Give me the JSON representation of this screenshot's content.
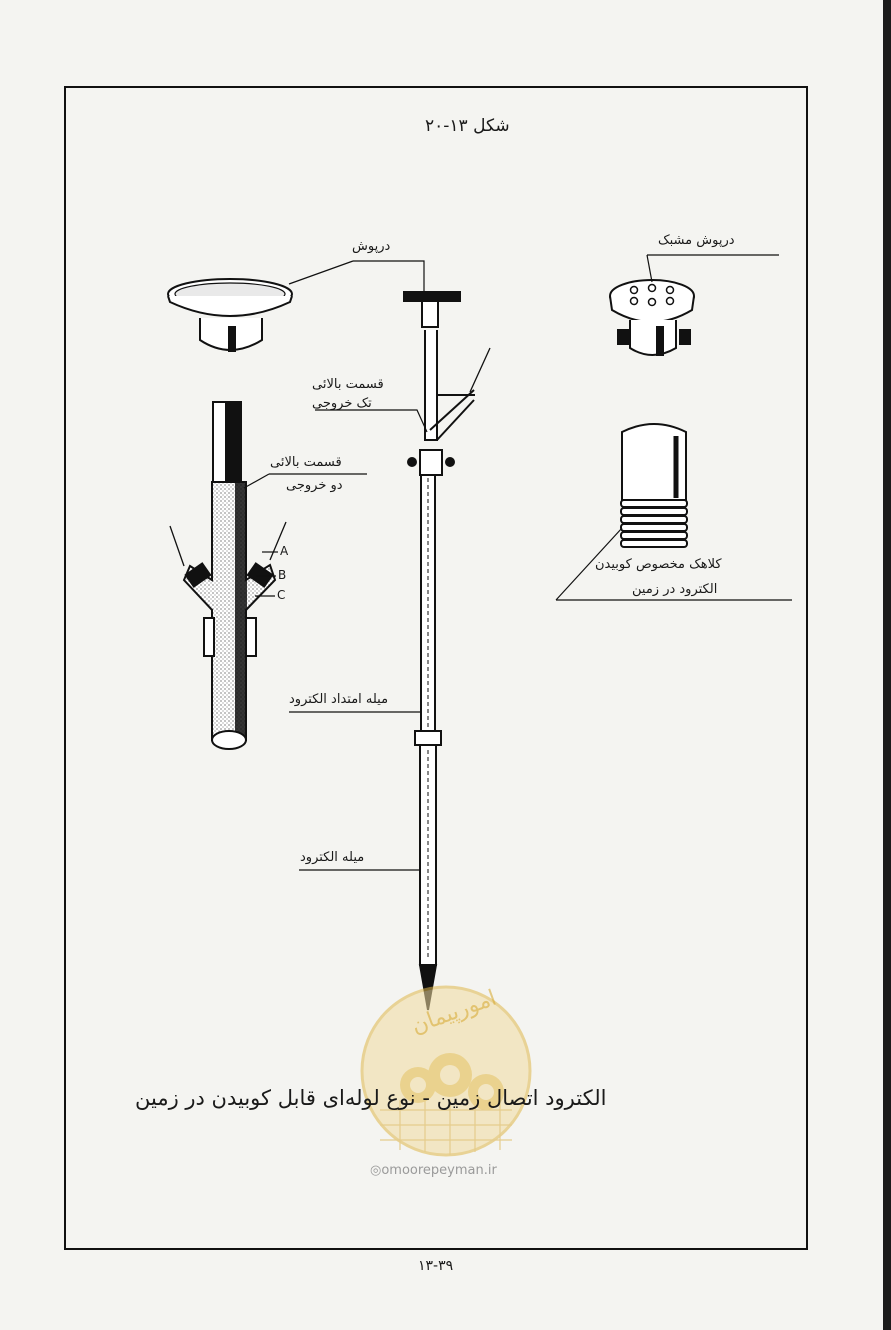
{
  "figure": {
    "title": "شکل ۱۳-۲۰",
    "caption": "الکترود اتصال زمین - نوع لوله‌ای قابل کوبیدن در زمین",
    "page_number": "۱۳-۳۹"
  },
  "labels": {
    "cap": "درپوش",
    "mesh_cap": "درپوش مشبک",
    "upper_single_branch_l1": "قسمت بالائی",
    "upper_single_branch_l2": "تک خروجی",
    "upper_double_branch_l1": "قسمت بالائی",
    "upper_double_branch_l2": "دو خروجی",
    "hammer_cap_l1": "کلاهک مخصوص کوبیدن",
    "hammer_cap_l2": "الکترود در زمین",
    "extension_rod": "میله امتداد الکترود",
    "electrode_rod": "میله الکترود",
    "marker_a": "A",
    "marker_b": "B",
    "marker_c": "C"
  },
  "watermark": {
    "logo_text": "امورپیمان",
    "site": "omoorepeyman.ir"
  },
  "colors": {
    "ink": "#1a1a1a",
    "paper": "#f4f4f1",
    "watermark": "#e7c766"
  }
}
